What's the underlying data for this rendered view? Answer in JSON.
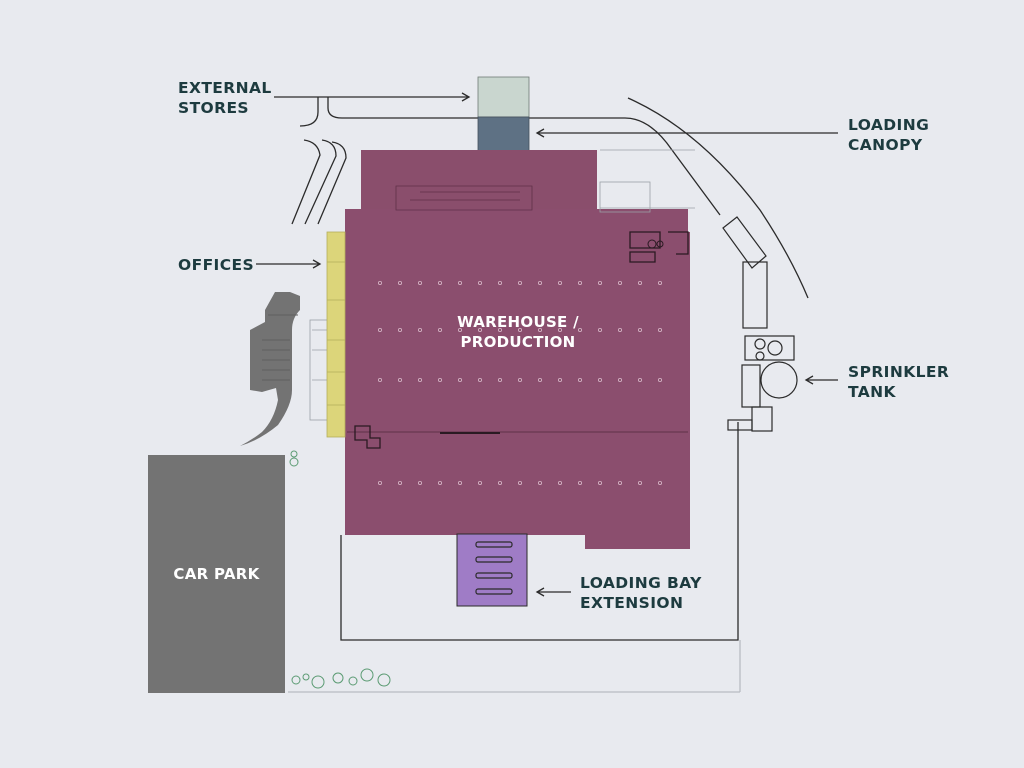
{
  "labels": {
    "external_stores": [
      "EXTERNAL",
      "STORES"
    ],
    "loading_canopy": [
      "LOADING",
      "CANOPY"
    ],
    "offices": "OFFICES",
    "warehouse": [
      "WAREHOUSE /",
      "PRODUCTION"
    ],
    "sprinkler_tank": [
      "SPRINKLER",
      "TANK"
    ],
    "car_park": "CAR PARK",
    "loading_bay": [
      "LOADING BAY",
      "EXTENSION"
    ]
  },
  "colors": {
    "background": "#e8eaef",
    "warehouse": "#8b4e6e",
    "warehouse_upper": "#8a4e6c",
    "offices": "#dcd57a",
    "car_park": "#737373",
    "loading_bay": "#9f7cc6",
    "external_stores": "#c9d6cf",
    "loading_canopy": "#5e7184",
    "line": "#2b2b2b",
    "label_text": "#1d3b3f"
  }
}
